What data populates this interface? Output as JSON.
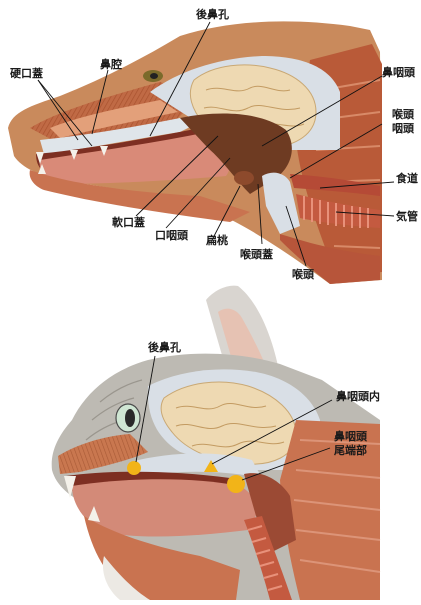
{
  "dog_panel": {
    "labels": {
      "posterior_nares": "後鼻孔",
      "nasal_cavity": "鼻腔",
      "hard_palate": "硬口蓋",
      "nasopharynx": "鼻咽頭",
      "laryngopharynx_line1": "喉頭",
      "laryngopharynx_line2": "咽頭",
      "esophagus": "食道",
      "trachea": "気管",
      "soft_palate": "軟口蓋",
      "oropharynx": "口咽頭",
      "tonsil": "扁桃",
      "epiglottis": "喉頭蓋",
      "larynx": "喉頭"
    }
  },
  "cat_panel": {
    "labels": {
      "posterior_nares": "後鼻孔",
      "nasopharynx_inner": "鼻咽頭内",
      "nasopharynx_caudal_line1": "鼻咽頭",
      "nasopharynx_caudal_line2": "尾端部"
    }
  },
  "colors": {
    "skin": "#c98a5c",
    "muscle": "#c7663f",
    "brain": "#eed9b2",
    "bone": "#d9dfe6",
    "pharynx": "#6e3b22",
    "marker": "#f2b418",
    "leader": "#111111"
  }
}
